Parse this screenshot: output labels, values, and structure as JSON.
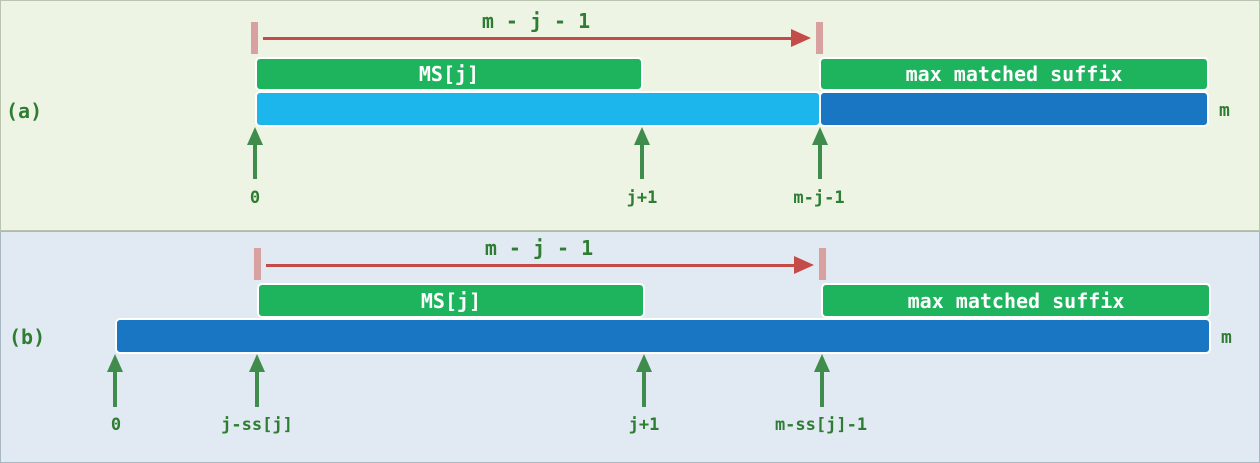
{
  "colors": {
    "panel_a_bg": "#eef4e4",
    "panel_a_border": "#b9c4ae",
    "panel_b_bg": "#e1eaf3",
    "panel_b_border": "#aab8c4",
    "label_green": "#2e7d32",
    "span_red": "#c44b47",
    "tick_pink": "#d9a0a0",
    "segment_green": "#1eb45e",
    "bar_light_blue": "#1cb6ed",
    "bar_dark_blue": "#1976c3",
    "pointer_green": "#3f8c4c"
  },
  "panel_a": {
    "label": "(a)",
    "span_label": "m - j - 1",
    "segments": {
      "left": "MS[j]",
      "right": "max matched suffix"
    },
    "end_label": "m",
    "positions": [
      "0",
      "j+1",
      "m-j-1"
    ]
  },
  "panel_b": {
    "label": "(b)",
    "span_label": "m - j - 1",
    "segments": {
      "left": "MS[j]",
      "right": "max matched suffix"
    },
    "end_label": "m",
    "positions": [
      "0",
      "j-ss[j]",
      "j+1",
      "m-ss[j]-1"
    ]
  }
}
